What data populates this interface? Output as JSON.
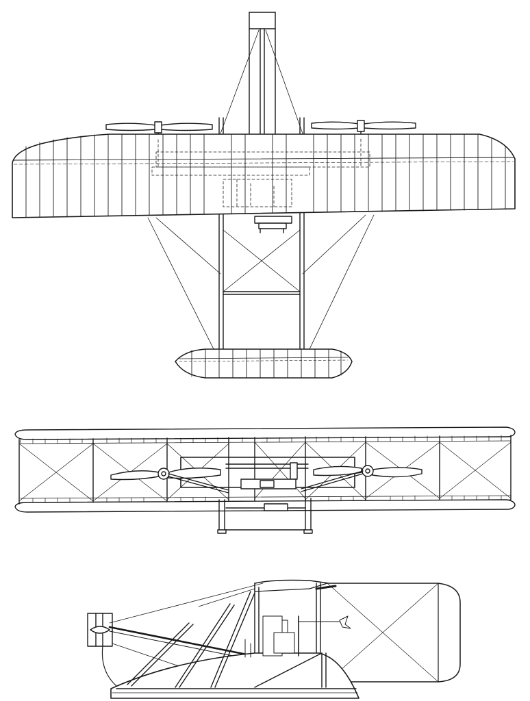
{
  "drawing": {
    "subject": "biplane",
    "views": [
      {
        "name": "top-view"
      },
      {
        "name": "front-view"
      },
      {
        "name": "side-view"
      }
    ],
    "line_color": "#1a1a1a",
    "background_color": "#ffffff"
  }
}
